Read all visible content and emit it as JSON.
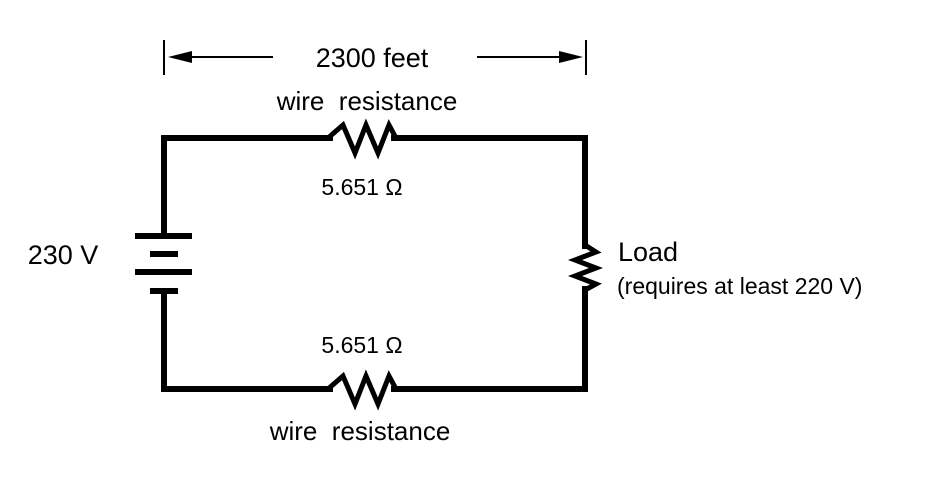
{
  "diagram": {
    "type": "circuit-schematic",
    "distance_label": "2300 feet",
    "top_wire": {
      "label": "wire  resistance",
      "value": "5.651 Ω"
    },
    "bottom_wire": {
      "label": "wire  resistance",
      "value": "5.651 Ω"
    },
    "source": {
      "label": "230 V",
      "icon": "battery-icon"
    },
    "load": {
      "label": "Load",
      "note": "(requires at least 220 V)",
      "icon": "resistor-icon"
    },
    "colors": {
      "line": "#000000",
      "background": "#ffffff"
    }
  }
}
